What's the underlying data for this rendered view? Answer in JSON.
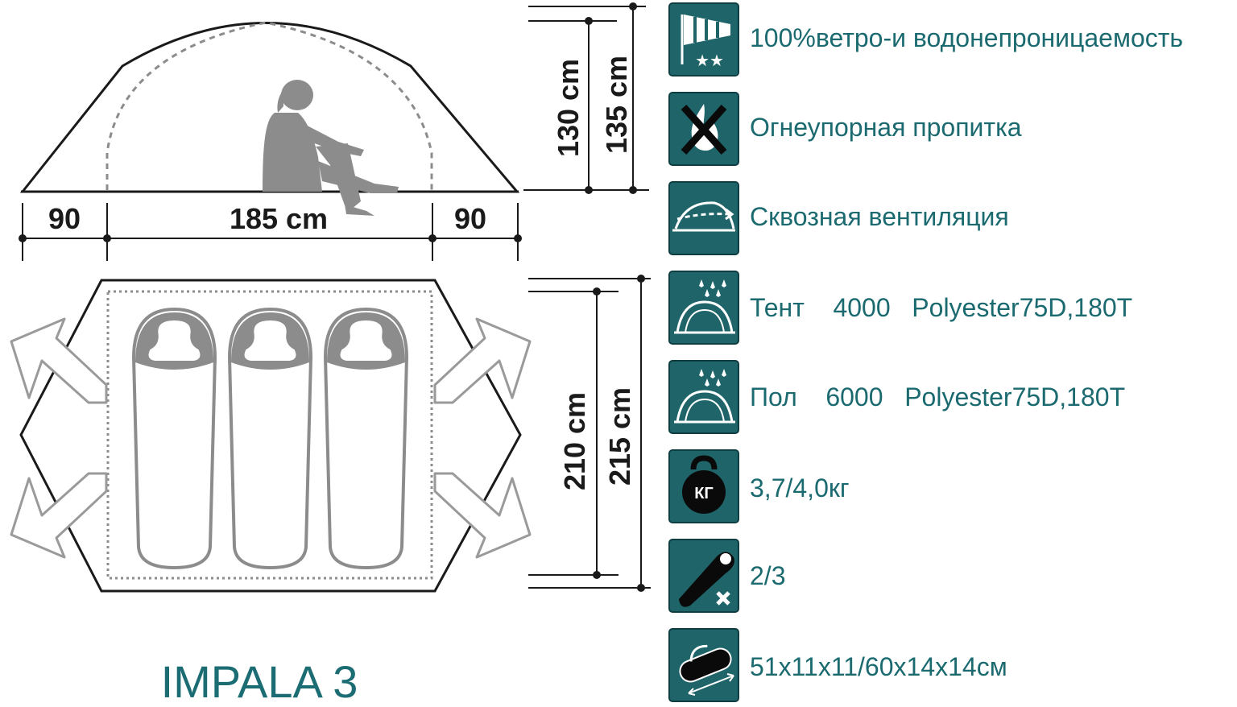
{
  "title": "IMPALA 3",
  "side_view": {
    "left_vestibule": "90",
    "inner_length": "185 cm",
    "right_vestibule": "90",
    "inner_height": "130 cm",
    "outer_height": "135 cm"
  },
  "floor_plan": {
    "inner_width": "210 cm",
    "outer_width": "215 cm",
    "sleeping_bags": 3
  },
  "colors": {
    "accent": "#1c6d73",
    "icon_bg": "#1e6469",
    "line": "#1a1a1a",
    "gray": "#8c8c8c"
  },
  "features": [
    {
      "icon": "windsock-icon",
      "text": "100%ветро-и водонепроницаемость"
    },
    {
      "icon": "fireproof-icon",
      "text": "Огнеупорная пропитка"
    },
    {
      "icon": "ventilation-icon",
      "text": "Сквозная вентиляция"
    },
    {
      "icon": "rain-dome-icon",
      "text": "Тент    4000   Polyester75D,180T"
    },
    {
      "icon": "rain-dome-icon",
      "text": "Пол    6000   Polyester75D,180T"
    },
    {
      "icon": "kettlebell-icon",
      "icon_label": "КГ",
      "text": "3,7/4,0кг"
    },
    {
      "icon": "sleeping-bag-icon",
      "text": "2/3"
    },
    {
      "icon": "duffel-bag-icon",
      "text": "51x11x11/60x14x14см"
    }
  ]
}
